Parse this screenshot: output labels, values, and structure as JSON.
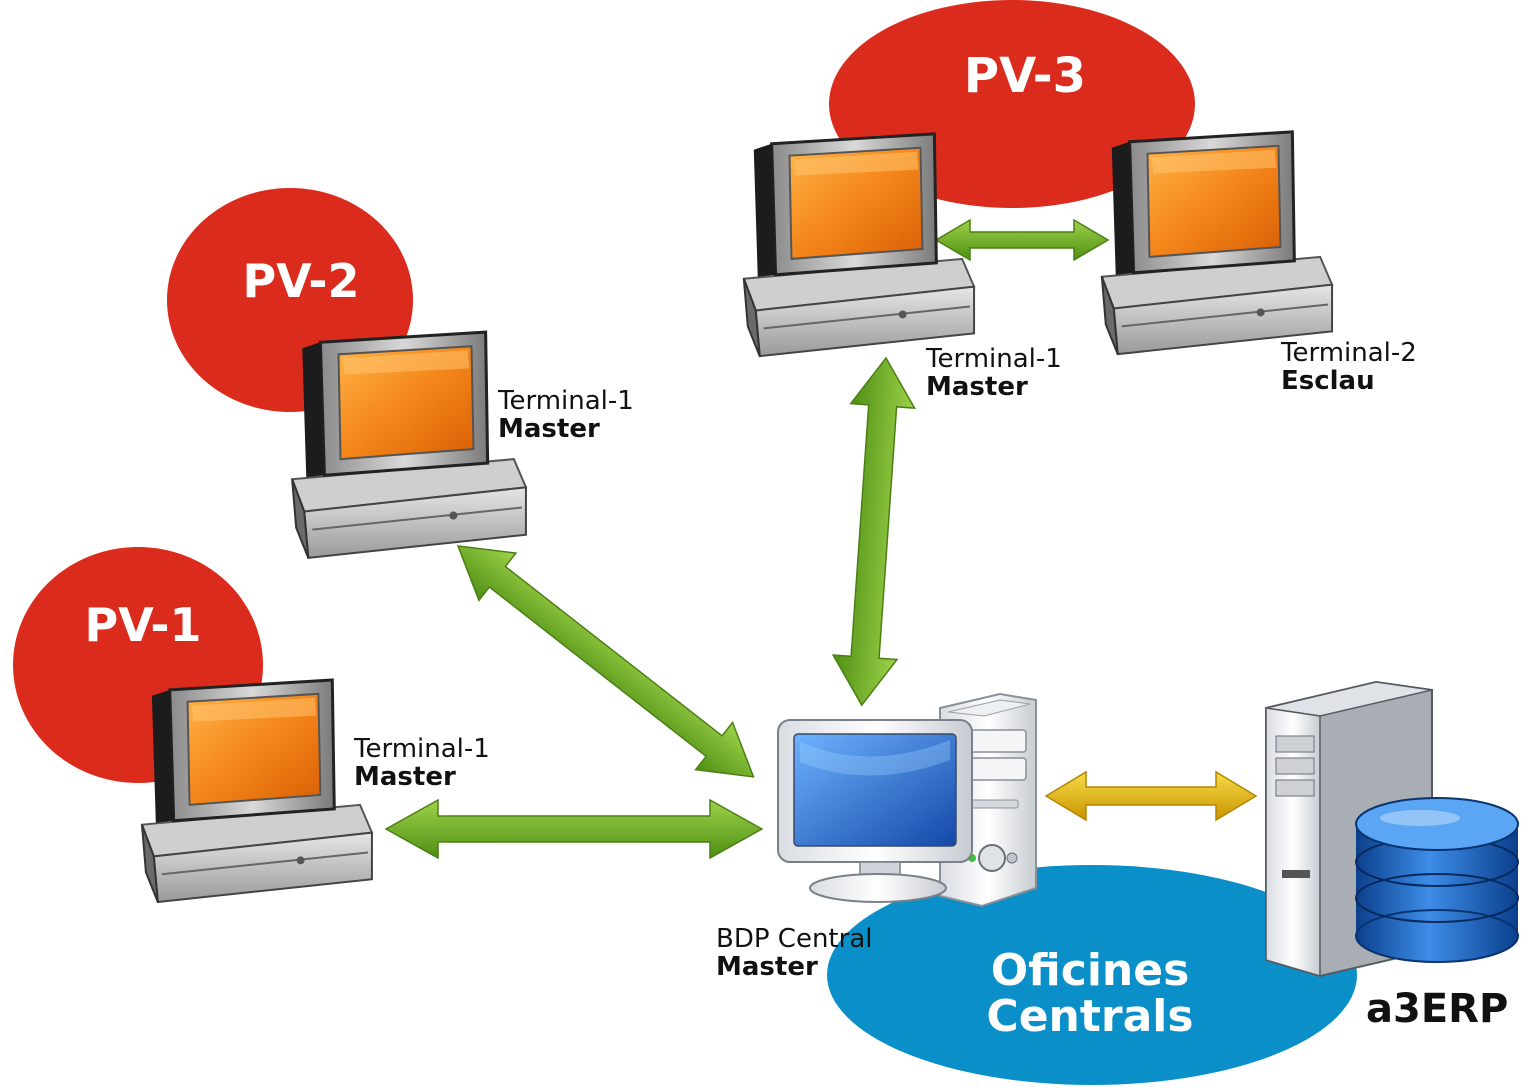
{
  "sites": [
    {
      "id": "pv1",
      "label": "PV-1"
    },
    {
      "id": "pv2",
      "label": "PV-2"
    },
    {
      "id": "pv3",
      "label": "PV-3"
    }
  ],
  "terminals": [
    {
      "id": "pv1-t1",
      "name": "Terminal-1",
      "role": "Master"
    },
    {
      "id": "pv2-t1",
      "name": "Terminal-1",
      "role": "Master"
    },
    {
      "id": "pv3-t1",
      "name": "Terminal-1",
      "role": "Master"
    },
    {
      "id": "pv3-t2",
      "name": "Terminal-2",
      "role": "Esclau"
    }
  ],
  "central": {
    "name": "BDP Central",
    "role": "Master",
    "office_line1": "Oficines",
    "office_line2": "Centrals"
  },
  "erp": {
    "label": "a3ERP"
  },
  "colors": {
    "site_red": "#db2b1c",
    "office_blue": "#0a8fc8",
    "link_green": "#6fae24",
    "link_yellow": "#e4b300",
    "screen_orange": "#f07e10",
    "monitor_screen_blue": "#2a6fd0"
  }
}
